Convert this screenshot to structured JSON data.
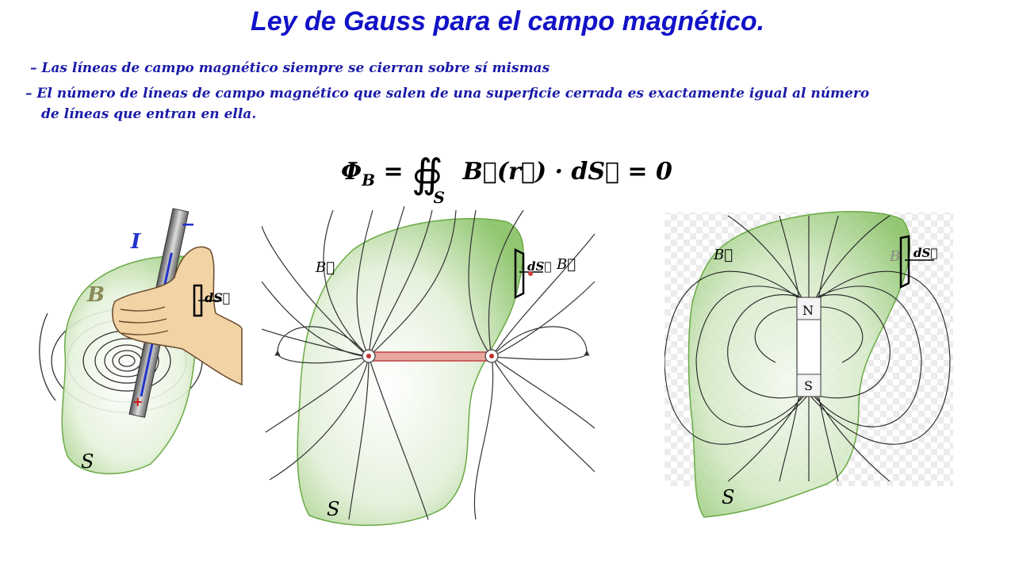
{
  "slide": {
    "title": "Ley de Gauss para el campo magnético.",
    "bullets": [
      "– Las líneas de campo magnético siempre se cierran sobre sí mismas",
      "– El número de líneas de campo magnético que salen de una superficie cerrada  es exactamente igual  al número",
      "de líneas que entran en ella."
    ],
    "formula": {
      "lhs": "Φ",
      "lhs_sub": "B",
      "equals": "=",
      "integral": "∯",
      "integral_sub": "S",
      "rhs": "B⃗(r⃗) · dS⃗ = 0"
    }
  },
  "panels": {
    "wire": {
      "current_label": "I",
      "minus": "−",
      "plus": "+",
      "field_label": "B",
      "element_label": "dS⃗",
      "surface_label": "S"
    },
    "loop": {
      "field_label": "B⃗",
      "field_label_right": "B⃗",
      "element_label": "dS⃗",
      "surface_label": "S"
    },
    "magnet": {
      "field_label": "B⃗",
      "field_label_right": "B",
      "element_label": "dS⃗",
      "north": "N",
      "south": "S",
      "surface_label": "S"
    }
  },
  "colors": {
    "title": "#1212c8",
    "text": "#1a1aa8",
    "surface": "#7fbf5a",
    "field_lines": "#333333",
    "wire_current": "#2233cc",
    "ring": "#e05050"
  }
}
